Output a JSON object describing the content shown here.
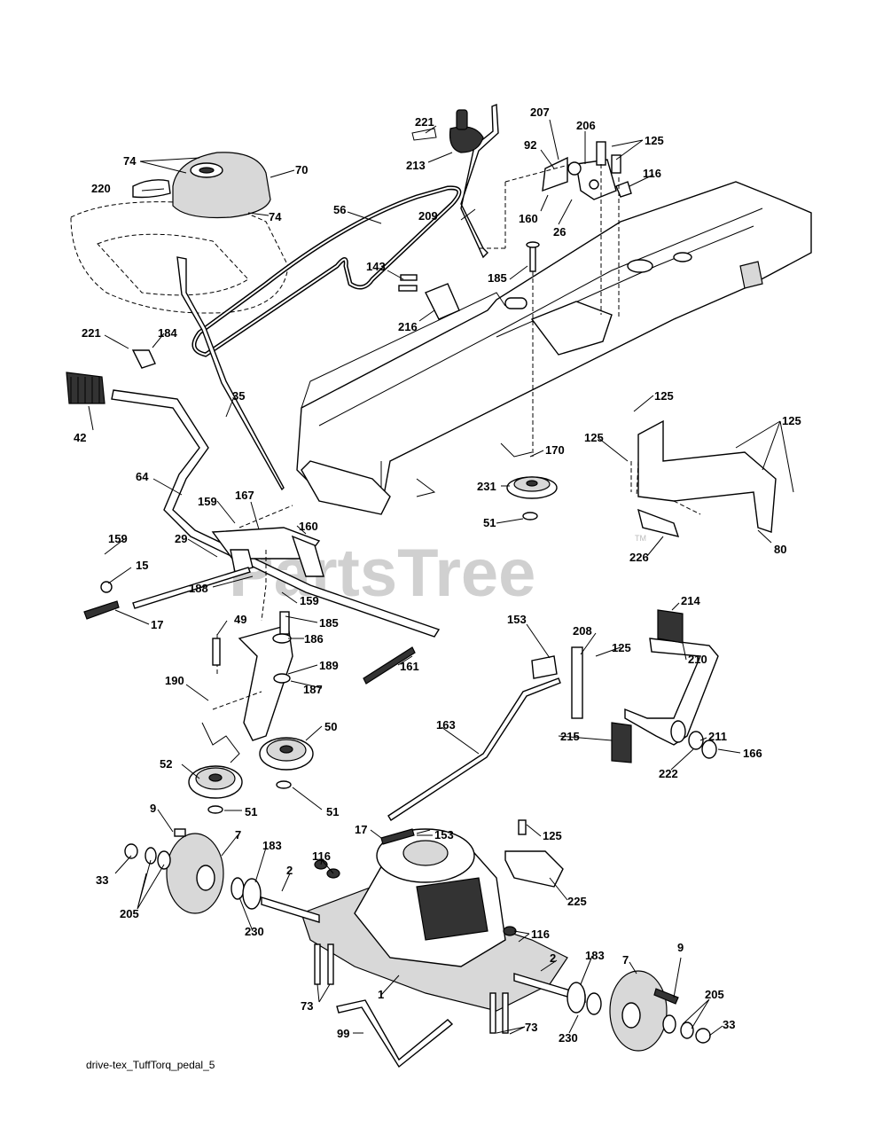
{
  "diagram": {
    "caption": "drive-tex_TuffTorq_pedal_5",
    "watermark": "PartsTree",
    "watermark_tm": "TM",
    "callouts": [
      "221",
      "213",
      "207",
      "206",
      "125",
      "92",
      "116",
      "74",
      "70",
      "220",
      "56",
      "160",
      "26",
      "209",
      "74",
      "143",
      "185",
      "216",
      "221",
      "184",
      "42",
      "35",
      "125",
      "170",
      "125",
      "125",
      "64",
      "231",
      "159",
      "167",
      "51",
      "160",
      "80",
      "159",
      "29",
      "226",
      "15",
      "188",
      "159",
      "17",
      "185",
      "49",
      "186",
      "214",
      "153",
      "208",
      "161",
      "189",
      "125",
      "210",
      "187",
      "190",
      "50",
      "163",
      "211",
      "215",
      "52",
      "166",
      "222",
      "51",
      "51",
      "9",
      "7",
      "17",
      "153",
      "125",
      "183",
      "116",
      "33",
      "2",
      "225",
      "205",
      "230",
      "116",
      "2",
      "183",
      "7",
      "9",
      "205",
      "73",
      "33",
      "1",
      "73",
      "230",
      "99"
    ]
  },
  "colors": {
    "line": "#000000",
    "watermark": "#c8c8c8",
    "background": "#ffffff"
  }
}
